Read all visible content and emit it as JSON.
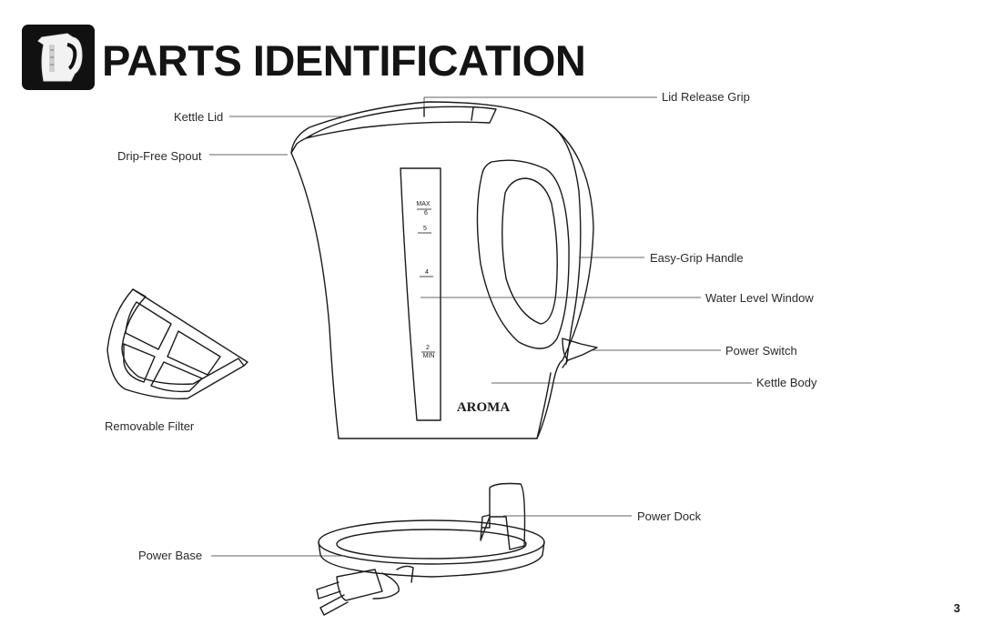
{
  "page": {
    "title": "PARTS IDENTIFICATION",
    "page_number": "3"
  },
  "header_icon": "kettle-icon",
  "labels": {
    "lid_release_grip": "Lid Release Grip",
    "kettle_lid": "Kettle Lid",
    "drip_free_spout": "Drip-Free Spout",
    "easy_grip_handle": "Easy-Grip Handle",
    "water_level_window": "Water Level Window",
    "power_switch": "Power Switch",
    "kettle_body": "Kettle Body",
    "removable_filter": "Removable Filter",
    "power_dock": "Power Dock",
    "power_base": "Power Base"
  },
  "water_window": {
    "max": "MAX",
    "mark_6": "6",
    "mark_5": "5",
    "mark_4": "4",
    "mark_2": "2",
    "min": "MIN"
  },
  "brand": "AROMA",
  "colors": {
    "ink": "#1a1a1a",
    "header_icon_bg": "#111111"
  }
}
